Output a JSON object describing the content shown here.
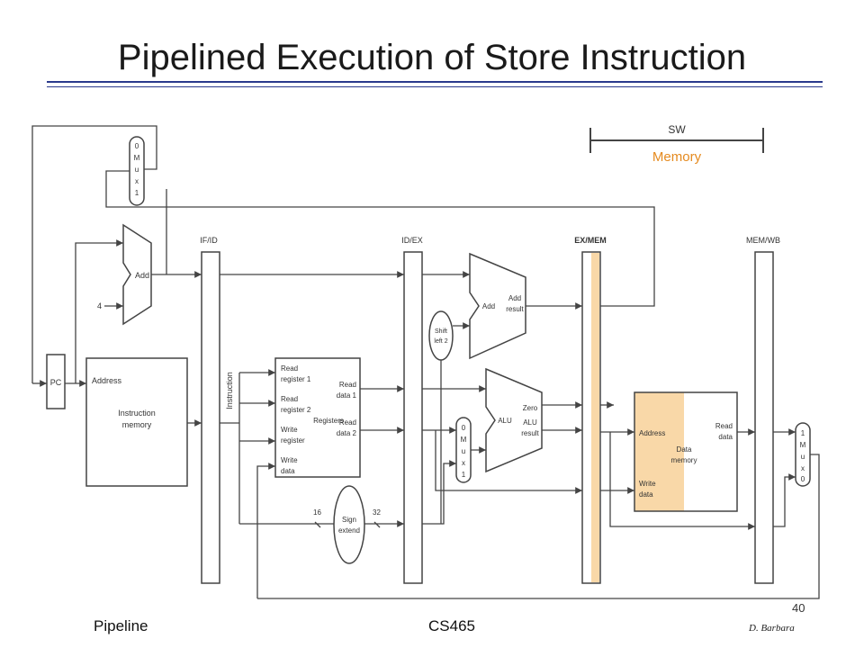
{
  "slide": {
    "title": "Pipelined Execution of Store Instruction",
    "footer_left": "Pipeline",
    "footer_center": "CS465",
    "page_number": "40",
    "author": "D. Barbara"
  },
  "diagram": {
    "stage_instruction": "SW",
    "stage_name": "Memory",
    "pipeline_registers": [
      "IF/ID",
      "ID/EX",
      "EX/MEM",
      "MEM/WB"
    ],
    "pc_label": "PC",
    "add_label": "Add",
    "constant_four": "4",
    "mux_top_label": [
      "0",
      "M",
      "u",
      "x",
      "1"
    ],
    "instr_mem": {
      "address": "Address",
      "line1": "Instruction",
      "line2": "memory"
    },
    "instruction_label": "Instruction",
    "registers": {
      "read_reg1": [
        "Read",
        "register 1"
      ],
      "read_reg2": [
        "Read",
        "register 2"
      ],
      "write_reg": [
        "Write",
        "register"
      ],
      "write_data": [
        "Write",
        "data"
      ],
      "name": "Registers",
      "read_data1": [
        "Read",
        "data 1"
      ],
      "read_data2": [
        "Read",
        "data 2"
      ]
    },
    "sign_extend": {
      "line1": "Sign",
      "line2": "extend",
      "in_bits": "16",
      "out_bits": "32"
    },
    "shift_left": [
      "Shift",
      "left 2"
    ],
    "branch_adder": {
      "name": "Add",
      "result": [
        "Add",
        "result"
      ]
    },
    "alu_mux_label": [
      "0",
      "M",
      "u",
      "x",
      "1"
    ],
    "alu": {
      "name": "ALU",
      "zero": "Zero",
      "result": [
        "ALU",
        "result"
      ]
    },
    "data_memory": {
      "address": "Address",
      "name": [
        "Data",
        "memory"
      ],
      "write_data": [
        "Write",
        "data"
      ],
      "read_data": [
        "Read",
        "data"
      ]
    },
    "wb_mux_label": [
      "1",
      "M",
      "u",
      "x",
      "0"
    ],
    "colors": {
      "highlight": "#f9d8a8",
      "stage_text": "#e58a1f",
      "line": "#444444",
      "title_rule": "#2a3a8c"
    }
  }
}
